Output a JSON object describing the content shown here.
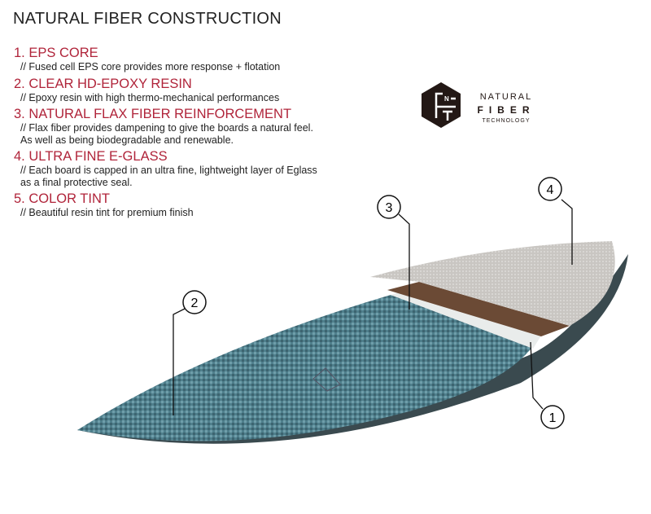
{
  "title": "NATURAL FIBER CONSTRUCTION",
  "layers": [
    {
      "heading": "1. EPS CORE",
      "desc": [
        "// Fused cell EPS core provides more response + flotation"
      ]
    },
    {
      "heading": "2. CLEAR HD-EPOXY RESIN",
      "desc": [
        "// Epoxy resin with high thermo-mechanical performances"
      ]
    },
    {
      "heading": "3. NATURAL FLAX FIBER REINFORCEMENT",
      "desc": [
        "// Flax fiber provides dampening to give the boards a natural feel.",
        "As well as being biodegradable and renewable."
      ]
    },
    {
      "heading": "4. ULTRA FINE E-GLASS",
      "desc": [
        "// Each board is capped in an ultra fine, lightweight layer of Eglass",
        "as a final protective seal."
      ]
    },
    {
      "heading": "5. COLOR TINT",
      "desc": [
        "// Beautiful resin tint for premium finish"
      ]
    }
  ],
  "logo": {
    "monogram": "FNT",
    "line1": "NATURAL",
    "line2": "FIBER",
    "line3": "TECHNOLOGY"
  },
  "callouts": [
    "1",
    "2",
    "3",
    "4"
  ],
  "colors": {
    "heading": "#b0243a",
    "tint": "#4f7f8c",
    "flax": "#6b4a35",
    "eglass": "#c9c6c2"
  }
}
